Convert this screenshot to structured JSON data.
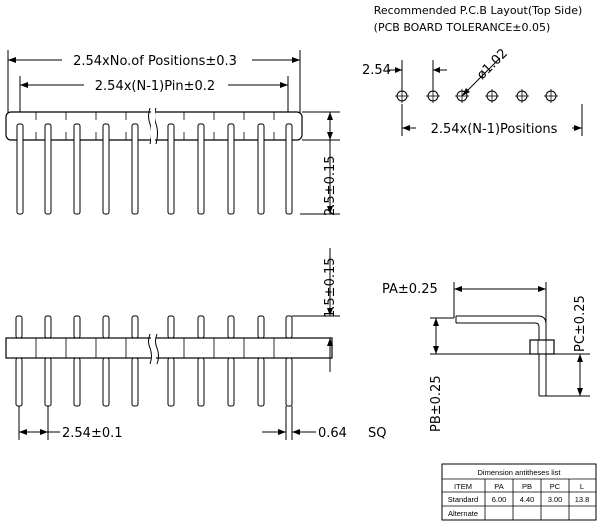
{
  "front_view": {
    "dim_positions": "2.54xNo.of Positions±0.3",
    "dim_pins": "2.54x(N-1)Pin±0.2",
    "dim_tail": "2.5±0.15"
  },
  "pcb_layout": {
    "title_line1": "Recommended P.C.B Layout(Top Side)",
    "title_line2": "(PCB BOARD TOLERANCE±0.05)",
    "pitch": "2.54",
    "hole_diameter": "ø1.02",
    "span": "2.54x(N-1)Positions"
  },
  "side_view": {
    "dim_top": "1.5±0.15",
    "pitch_tol": "2.54±0.1",
    "pin_size": "0.64",
    "pin_size_unit": "SQ"
  },
  "right_angle_view": {
    "pa": "PA±0.25",
    "pb": "PB±0.25",
    "pc": "PC±0.25"
  },
  "table": {
    "title": "Dimension antitheses list",
    "headers": [
      "ITEM",
      "PA",
      "PB",
      "PC",
      "L"
    ],
    "rows": [
      [
        "Standard",
        "6.00",
        "4.40",
        "3.00",
        "13.8"
      ],
      [
        "Alternate",
        "",
        "",
        "",
        ""
      ]
    ]
  }
}
